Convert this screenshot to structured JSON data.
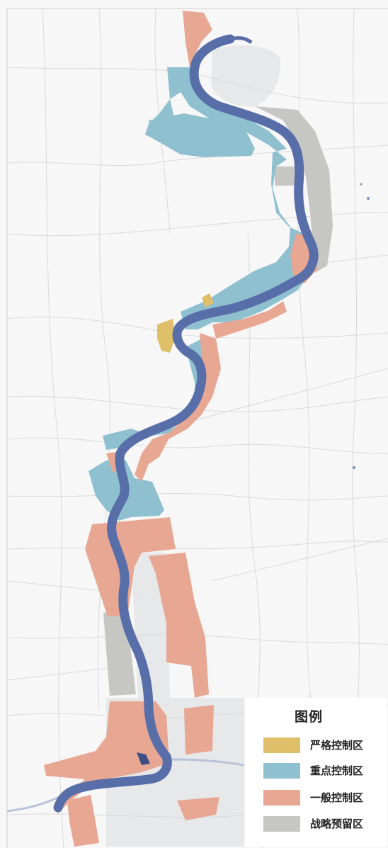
{
  "legend": {
    "title": "图例",
    "items": [
      {
        "label": "严格控制区",
        "color": "#e0bf6a",
        "zone": "strict"
      },
      {
        "label": "重点控制区",
        "color": "#8fc0cf",
        "zone": "key"
      },
      {
        "label": "一般控制区",
        "color": "#e8a793",
        "zone": "general"
      },
      {
        "label": "战略预留区",
        "color": "#c6c7c2",
        "zone": "reserve"
      }
    ]
  },
  "colors": {
    "river": "#586ea8",
    "background": "#f7f7f7",
    "road": "#d9dadd",
    "builtup": "#e7e8ea",
    "canal": "#b8c2da"
  }
}
